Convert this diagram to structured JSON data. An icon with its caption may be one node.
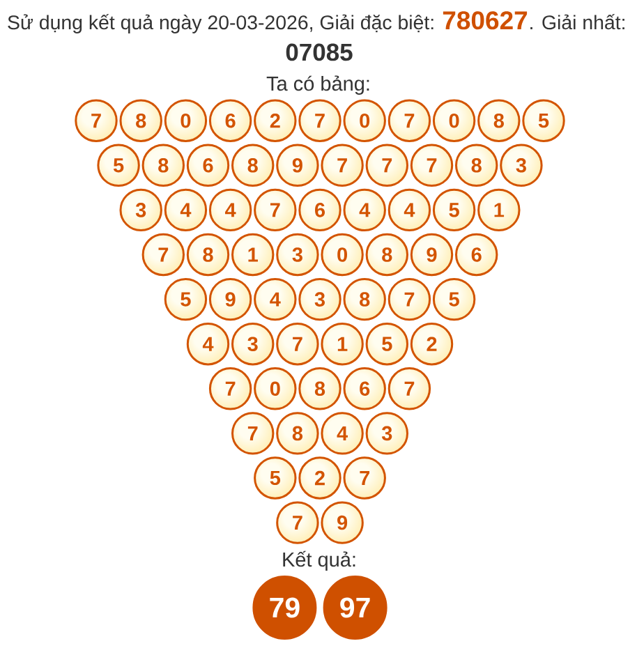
{
  "diagram": {
    "nodes": [
      {
        "text": [
          "7"
        ]
      },
      {
        "text": [
          "8"
        ]
      },
      {
        "text": [
          "0"
        ]
      },
      {
        "text": [
          "6"
        ]
      },
      {
        "text": [
          "2"
        ]
      },
      {
        "text": [
          "7"
        ]
      },
      {
        "text": [
          "0"
        ]
      },
      {
        "text": [
          "7"
        ]
      },
      {
        "text": [
          "0"
        ]
      },
      {
        "text": [
          "8"
        ]
      },
      {
        "text": [
          "5"
        ]
      },
      {
        "text": [
          "5"
        ]
      },
      {
        "text": [
          "8"
        ]
      },
      {
        "text": [
          "6"
        ]
      },
      {
        "text": [
          "8"
        ]
      },
      {
        "text": [
          "9"
        ]
      },
      {
        "text": [
          "7"
        ]
      },
      {
        "text": [
          "7"
        ]
      },
      {
        "text": [
          "7"
        ]
      },
      {
        "text": [
          "8"
        ]
      },
      {
        "text": [
          "3"
        ]
      },
      {
        "text": [
          "3"
        ]
      },
      {
        "text": [
          "4"
        ]
      },
      {
        "text": [
          "4"
        ]
      },
      {
        "text": [
          "7"
        ]
      },
      {
        "text": [
          "6"
        ]
      },
      {
        "text": [
          "4"
        ]
      },
      {
        "text": [
          "4"
        ]
      },
      {
        "text": [
          "5"
        ]
      },
      {
        "text": [
          "1"
        ]
      },
      {
        "text": [
          "7"
        ]
      },
      {
        "text": [
          "8"
        ]
      },
      {
        "text": [
          "1"
        ]
      },
      {
        "text": [
          "3"
        ]
      },
      {
        "text": [
          "0"
        ]
      },
      {
        "text": [
          "8"
        ]
      },
      {
        "text": [
          "9"
        ]
      },
      {
        "text": [
          "6"
        ]
      },
      {
        "text": [
          "5"
        ]
      },
      {
        "text": [
          "9"
        ]
      },
      {
        "text": [
          "4"
        ]
      },
      {
        "text": [
          "3"
        ]
      },
      {
        "text": [
          "8"
        ]
      },
      {
        "text": [
          "7"
        ]
      },
      {
        "text": [
          "5"
        ]
      },
      {
        "text": [
          "4"
        ]
      },
      {
        "text": [
          "3"
        ]
      },
      {
        "text": [
          "7"
        ]
      },
      {
        "text": [
          "1"
        ]
      },
      {
        "text": [
          "5"
        ]
      },
      {
        "text": [
          "2"
        ]
      },
      {
        "text": [
          "7"
        ]
      },
      {
        "text": [
          "0"
        ]
      },
      {
        "text": [
          "8"
        ]
      },
      {
        "text": [
          "6"
        ]
      },
      {
        "text": [
          "7"
        ]
      },
      {
        "text": [
          "7"
        ]
      },
      {
        "text": [
          "8"
        ]
      },
      {
        "text": [
          "4"
        ]
      },
      {
        "text": [
          "3"
        ]
      },
      {
        "text": [
          "5"
        ]
      },
      {
        "text": [
          "2"
        ]
      },
      {
        "text": [
          "7"
        ]
      },
      {
        "text": [
          "7"
        ]
      },
      {
        "text": [
          "9"
        ]
      },
      {
        "text": [
          "79"
        ]
      },
      {
        "text": [
          "97"
        ]
      }
    ],
    "labels": [
      "Sử dụng kết quả ngày 20-03-2026, Giải đặc biệt:",
      "780627",
      ". Giải nhất:",
      "07085",
      "Ta có bảng:",
      "Kết quả:"
    ]
  }
}
